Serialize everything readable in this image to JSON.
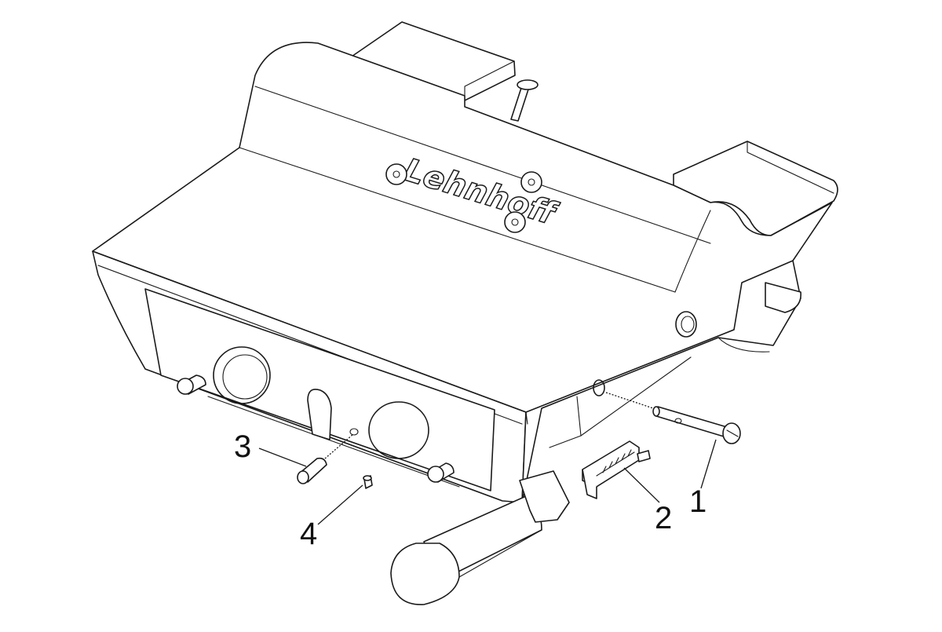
{
  "drawing": {
    "logo": "Lehnhoff",
    "callouts": {
      "c1": "1",
      "c2": "2",
      "c3": "3",
      "c4": "4"
    }
  }
}
